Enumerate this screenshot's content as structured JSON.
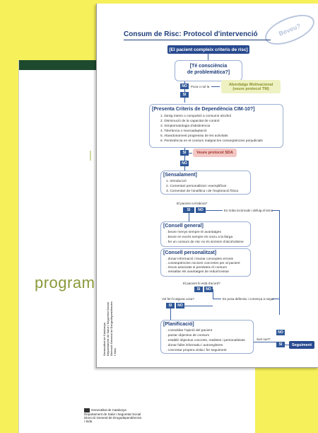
{
  "back_cover": {
    "word": "program",
    "logo_lines": [
      "Generalitat de Catalunya",
      "Departament de Salut i Seguretat Social",
      "Direcció General de Drogodependències",
      "i Sida"
    ]
  },
  "sheet": {
    "title": "Consum de Risc: Protocol d'intervenció",
    "stamp": "Beveu?",
    "spine_lines": [
      "Generalitat de Catalunya",
      "Departament de Salut i Seguretat Social",
      "Direcció General de Drogodependències",
      "i Sida"
    ]
  },
  "flow": {
    "start": "[El pacient compleix criteris de risc]",
    "consc_title": "[Té consciència\nde problemàtica?]",
    "no": "NO",
    "si": "SI",
    "poca": "Poca o nul·la",
    "motiv": "Abordatge Motivacional\n(veure protocol TM)",
    "cim_title": "[Presenta Criteris de Dependència CIM-10?]",
    "cim_items": [
      "1.  Desig intens o compulsió a consumir alcohol",
      "2.  Disminució de la capacitat de control",
      "3.  Simptomatologia d'abstinència",
      "4.  Tolerància o neuroadaptació",
      "5.  Abandonament progressiu de les activitats",
      "6.  Persistència en el consum malgrat les conseqüències perjudicials"
    ],
    "sda": "Veure protocol SDA",
    "sens_title": "[Sensalament]",
    "sens_items": [
      "1.  Introducció",
      "2.  Comentari personalitzat i exemplificat",
      "3.  Comentari de l'analítica i de l'exploració física"
    ],
    "colabora": "El pacient col·labora?",
    "incomode": "Es troba incòmode i defuig el tema",
    "gen_title": "[Consell general]",
    "gen_items": [
      ". beure menys sempre té avantatges",
      ". beure en excés sempre és nociu a la llarga",
      ". fer un consum de risc no és sinònim d'alcoholisme"
    ],
    "pers_title": "[Consell personalitzat]",
    "pers_items": [
      ". donar informació i tractar conceptes erronis",
      ". conseqüències nocives concretes per al pacient",
      ". riscos associats si persisteix el consum",
      ". ressaltar els avantatges de reduir/cessar"
    ],
    "acord": "El pacient hi està d'acord?",
    "vol": "Vol fer-hi alguna cosa?",
    "defensiu": "Es posa defensiu i comença a negar",
    "plan_title": "[Planificació]",
    "plan_items": [
      ". consolidar l'opinió del pacient",
      ". pactar objectius de consum",
      ". establir objectius concrets, realistes i personalitzats",
      ". donar fullet informatiu i autoregistres",
      ". concretar propera visita i fer seguiment"
    ],
    "surt": "Surt surt?",
    "seguiment": "Seguiment"
  }
}
